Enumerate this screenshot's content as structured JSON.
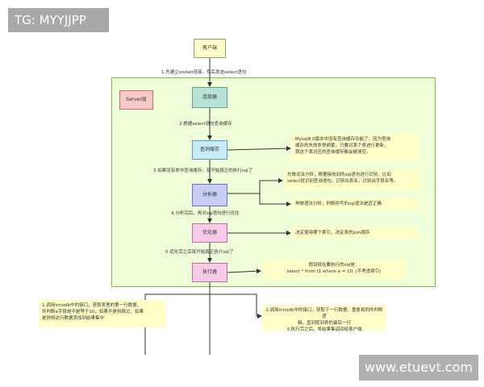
{
  "watermark_top": "TG: MYYJJPP",
  "watermark_bottom": "www.etuevt.com",
  "nodes": {
    "client": "客户端",
    "server_tag": "Server层",
    "connector": "连接器",
    "cache": "查询缓存",
    "analyzer": "分析器",
    "optimizer": "优化器",
    "executor": "执行器"
  },
  "steps": {
    "s1": "1.先建立socket连接，然后发送select语句",
    "s2": "2.根据select语句查询缓存",
    "s3": "3.如果没有命中查询缓存，就开始真正的执行sql了",
    "s4": "4.分析完后，再对sql语句进行优化",
    "s5": "5.优化完之后就开始真正执行sql了"
  },
  "notes": {
    "cache": [
      "Mysql8.0版本中没有查询缓存功能了，因为查询",
      "缓存的失效非常频繁，只要对某个表进行更新，",
      "那这个表对应的查询缓存都会被清空。"
    ],
    "analyzer_1": [
      "先做词法分析，根据接收到的sql语句进行识别，比如",
      "select就识别查询语句，识别出表名，识别出字段名等。"
    ],
    "analyzer_2": [
      "再做语法分析，判断你写的sql语法是否正确"
    ],
    "optimizer": [
      "决定使用哪个索引，决定表的join顺序"
    ],
    "executor": [
      "假设现在要执行的sql是：",
      "select * from t1 where a = 10; (不考虑索引)"
    ],
    "bottom_left": [
      "1.调用innodb中的接口，获取表里的第一行数据，",
      "并判断a字段是不是等于10，如果不是则跳过，如果",
      "是则将这行数据添加到结果集中"
    ],
    "bottom_right": [
      "2.调用innodb中的接口，获取下一行数据，重复相同的判断逻",
      "辑，直到取到表的最后一行",
      "3.执行完之后，将结果集返回给客户端"
    ]
  },
  "colors": {
    "server_bg": "#eeffd9",
    "server_border": "#7fbf3f",
    "note_bg": "#ffffc8",
    "client": "#ffffcc",
    "connector": "#b7e3d6",
    "cache": "#c7ecf7",
    "analyzer": "#c8cdf3",
    "optimizer": "#f7cbe8",
    "executor": "#f7cbe8"
  }
}
